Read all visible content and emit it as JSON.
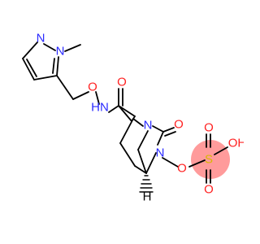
{
  "atoms": {
    "pyrazole_n2": "N",
    "pyrazole_n1": "N",
    "oxime_o": "O",
    "amide_nh": "HN",
    "amide_o": "O",
    "bicyclic_n": "N",
    "lactam_n": "N",
    "lactam_o": "O",
    "sulfate_o": "O",
    "sulfur": "S",
    "sulfate_oh": "OH",
    "sulfate_o_top": "O",
    "sulfate_o_bottom": "O",
    "bridgehead_h": "H"
  },
  "colors": {
    "bond": "#000000",
    "nitrogen": "#2b2bff",
    "oxygen": "#ff2222",
    "sulfur": "#d8b800",
    "hydrogen": "#000000",
    "sulfonyl_highlight": "#ff8a8a"
  }
}
